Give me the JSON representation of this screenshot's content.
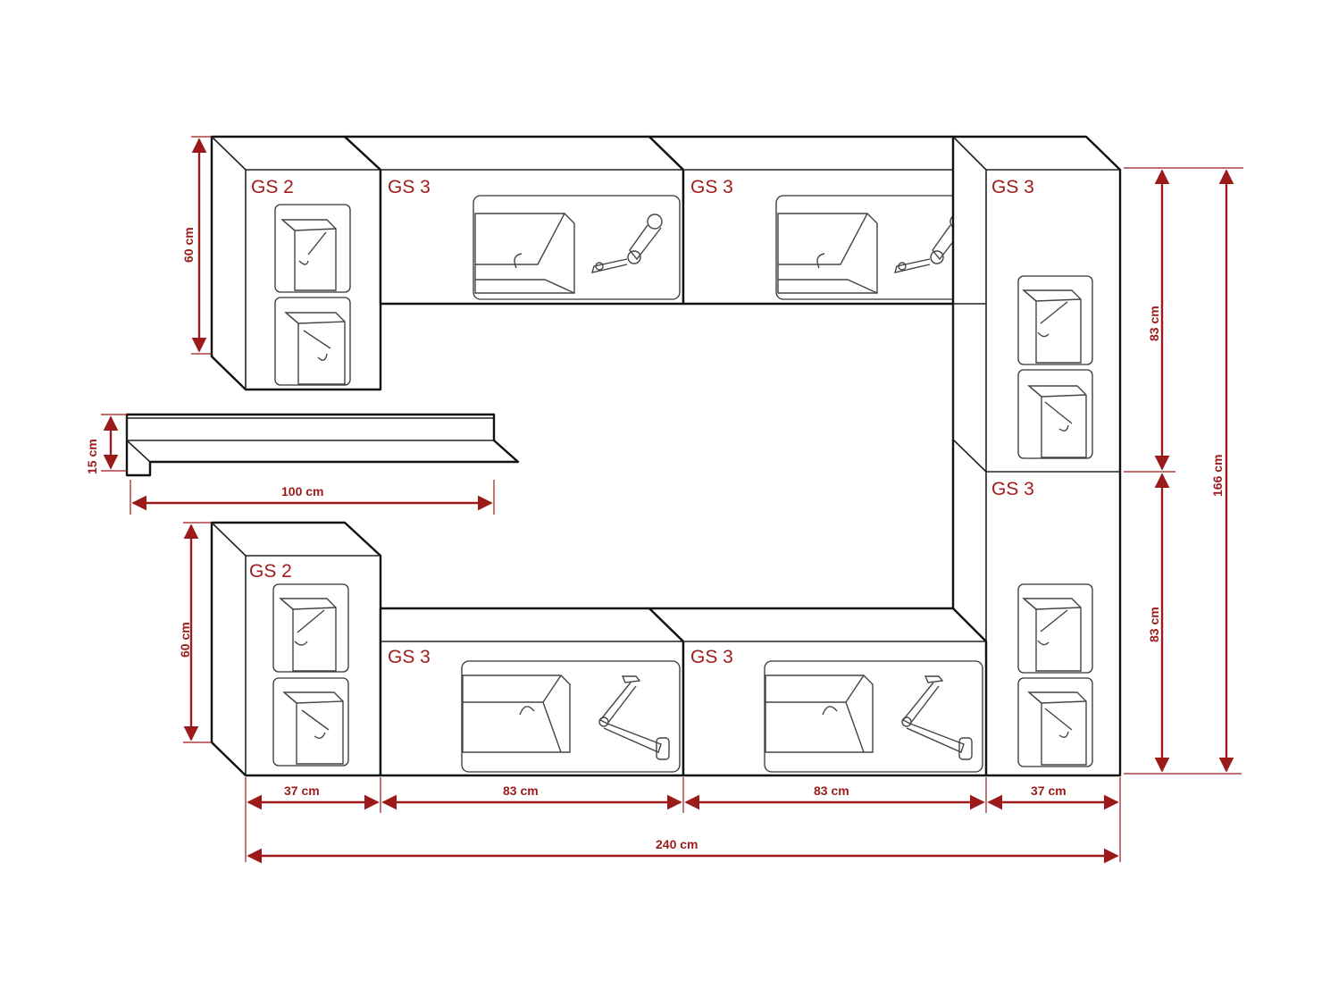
{
  "colors": {
    "dimension": "#9b1b1b",
    "label": "#a01c1c",
    "outline": "#111111",
    "background": "#ffffff"
  },
  "modules": {
    "top_left": "GS 2",
    "top_mid_left": "GS 3",
    "top_mid_right": "GS 3",
    "right_upper": "GS 3",
    "right_lower": "GS 3",
    "bottom_left": "GS 2",
    "bottom_mid_left": "GS 3",
    "bottom_mid_right": "GS 3"
  },
  "dimensions": {
    "top_left_height": "60 cm",
    "shelf_height": "15 cm",
    "shelf_width": "100 cm",
    "bottom_left_height": "60 cm",
    "right_upper_height": "83 cm",
    "right_lower_height": "83 cm",
    "total_height": "166 cm",
    "width_left": "37 cm",
    "width_mid_left": "83 cm",
    "width_mid_right": "83 cm",
    "width_right": "37 cm",
    "total_width": "240 cm"
  },
  "icons": [
    "flap-door-icon",
    "door-swing-icon",
    "lift-hinge-icon",
    "flap-stay-icon"
  ]
}
